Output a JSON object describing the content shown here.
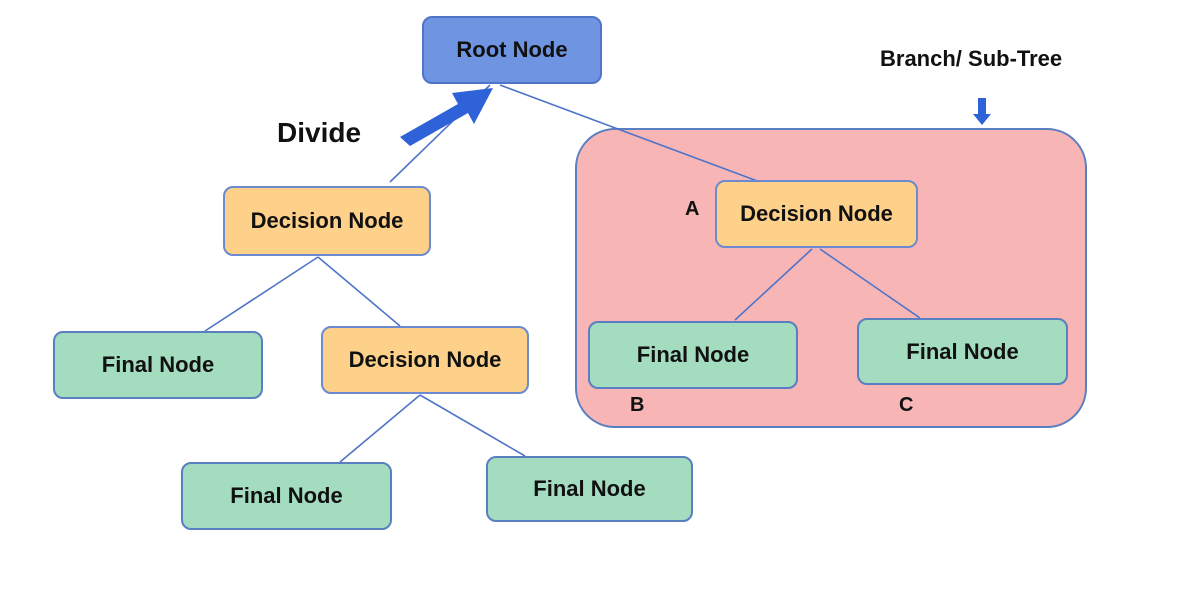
{
  "diagram": {
    "root": {
      "label": "Root Node"
    },
    "divide_label": "Divide",
    "branch_label": "Branch/ Sub-Tree",
    "left_decision": {
      "label": "Decision Node"
    },
    "left_final": {
      "label": "Final Node"
    },
    "mid_decision": {
      "label": "Decision Node"
    },
    "bottom_final_left": {
      "label": "Final Node"
    },
    "bottom_final_right": {
      "label": "Final Node"
    },
    "subtree": {
      "decision": {
        "label": "Decision Node",
        "marker": "A"
      },
      "final_left": {
        "label": "Final Node",
        "marker": "B"
      },
      "final_right": {
        "label": "Final Node",
        "marker": "C"
      }
    },
    "colors": {
      "root": "#6f94e2",
      "decision": "#fdd18a",
      "final": "#a4dcc0",
      "subtree": "#f7b5b6",
      "edge": "#4f74c8",
      "arrow": "#2f62d8"
    }
  }
}
